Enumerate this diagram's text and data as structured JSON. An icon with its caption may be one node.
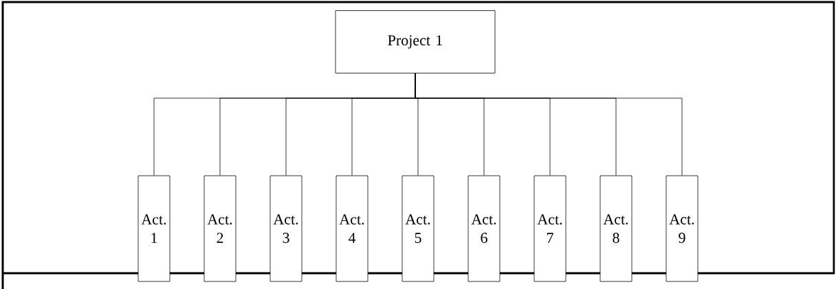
{
  "diagram": {
    "nodes": [
      {
        "text": [
          "Project 1"
        ]
      },
      {
        "text": [
          "Act. 1"
        ]
      },
      {
        "text": [
          "Act. 2"
        ]
      },
      {
        "text": [
          "Act. 3"
        ]
      },
      {
        "text": [
          "Act. 4"
        ]
      },
      {
        "text": [
          "Act. 5"
        ]
      },
      {
        "text": [
          "Act. 6"
        ]
      },
      {
        "text": [
          "Act. 7"
        ]
      },
      {
        "text": [
          "Act. 8"
        ]
      },
      {
        "text": [
          "Act. 9"
        ]
      }
    ],
    "edges": [
      {
        "from": 0,
        "to": 1,
        "arrow": "none"
      },
      {
        "from": 0,
        "to": 2,
        "arrow": "none"
      },
      {
        "from": 0,
        "to": 3,
        "arrow": "none"
      },
      {
        "from": 0,
        "to": 4,
        "arrow": "none"
      },
      {
        "from": 0,
        "to": 5,
        "arrow": "none"
      },
      {
        "from": 0,
        "to": 6,
        "arrow": "none"
      },
      {
        "from": 0,
        "to": 7,
        "arrow": "none"
      },
      {
        "from": 0,
        "to": 8,
        "arrow": "none"
      },
      {
        "from": 0,
        "to": 9,
        "arrow": "none"
      }
    ]
  }
}
